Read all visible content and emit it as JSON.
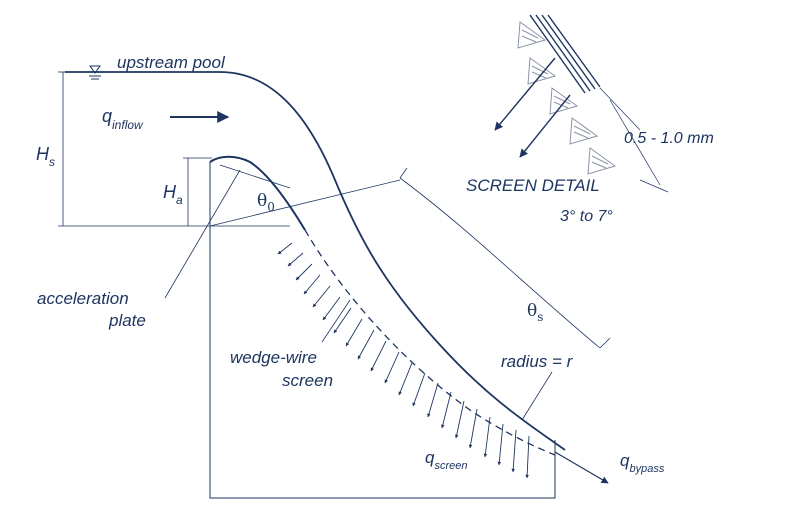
{
  "labels": {
    "upstream_pool": "upstream pool",
    "q_inflow_main": "q",
    "q_inflow_sub": "inflow",
    "hs_main": "H",
    "hs_sub": "s",
    "ha_main": "H",
    "ha_sub": "a",
    "theta0_main": "θ",
    "theta0_sub": "0",
    "thetas_main": "θ",
    "thetas_sub": "s",
    "acceleration_line1": "acceleration",
    "acceleration_line2": "plate",
    "wedge_line1": "wedge-wire",
    "wedge_line2": "screen",
    "radius": "radius = r",
    "q_screen_main": "q",
    "q_screen_sub": "screen",
    "q_bypass_main": "q",
    "q_bypass_sub": "bypass",
    "screen_detail": "SCREEN DETAIL",
    "gap": "0.5 - 1.0 mm",
    "angle_range": "3° to 7°"
  },
  "colors": {
    "ink": "#1e3560",
    "hatch": "#8a93a6",
    "background": "#ffffff"
  },
  "icons": {
    "water_surface": "inverted-triangle-water-level-icon"
  }
}
